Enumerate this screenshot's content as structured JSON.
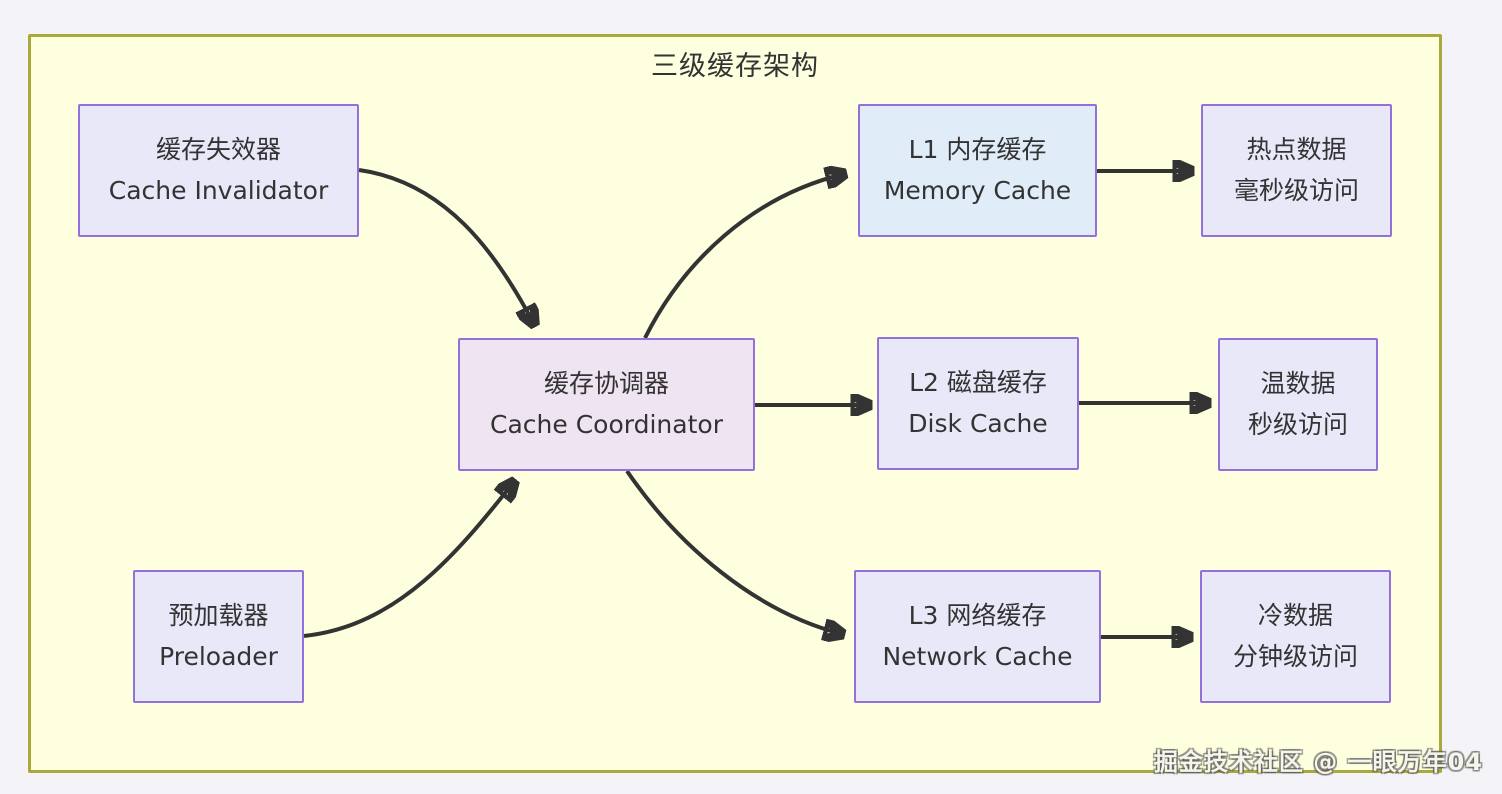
{
  "diagram": {
    "title": "三级缓存架构",
    "watermark": "掘金技术社区 @ 一眼万年04",
    "nodes": {
      "invalidator": {
        "line1": "缓存失效器",
        "line2": "Cache Invalidator"
      },
      "preloader": {
        "line1": "预加载器",
        "line2": "Preloader"
      },
      "coordinator": {
        "line1": "缓存协调器",
        "line2": "Cache Coordinator"
      },
      "l1": {
        "line1": "L1 内存缓存",
        "line2": "Memory Cache"
      },
      "l2": {
        "line1": "L2 磁盘缓存",
        "line2": "Disk Cache"
      },
      "l3": {
        "line1": "L3 网络缓存",
        "line2": "Network Cache"
      },
      "hot": {
        "line1": "热点数据",
        "line2": "毫秒级访问"
      },
      "warm": {
        "line1": "温数据",
        "line2": "秒级访问"
      },
      "cold": {
        "line1": "冷数据",
        "line2": "分钟级访问"
      }
    },
    "edges": [
      {
        "from": "invalidator",
        "to": "coordinator"
      },
      {
        "from": "preloader",
        "to": "coordinator"
      },
      {
        "from": "coordinator",
        "to": "l1"
      },
      {
        "from": "coordinator",
        "to": "l2"
      },
      {
        "from": "coordinator",
        "to": "l3"
      },
      {
        "from": "l1",
        "to": "hot"
      },
      {
        "from": "l2",
        "to": "warm"
      },
      {
        "from": "l3",
        "to": "cold"
      }
    ],
    "colors": {
      "canvas_bg": "#F4F4F8",
      "container_bg": "#FDFFDE",
      "container_border": "#A9A93C",
      "node_fill_default": "#E8E8F8",
      "node_fill_l1": "#E0EDF8",
      "node_fill_coordinator": "#EFE4F2",
      "node_border": "#9370DB",
      "arrow": "#333333",
      "text": "#333333"
    }
  }
}
